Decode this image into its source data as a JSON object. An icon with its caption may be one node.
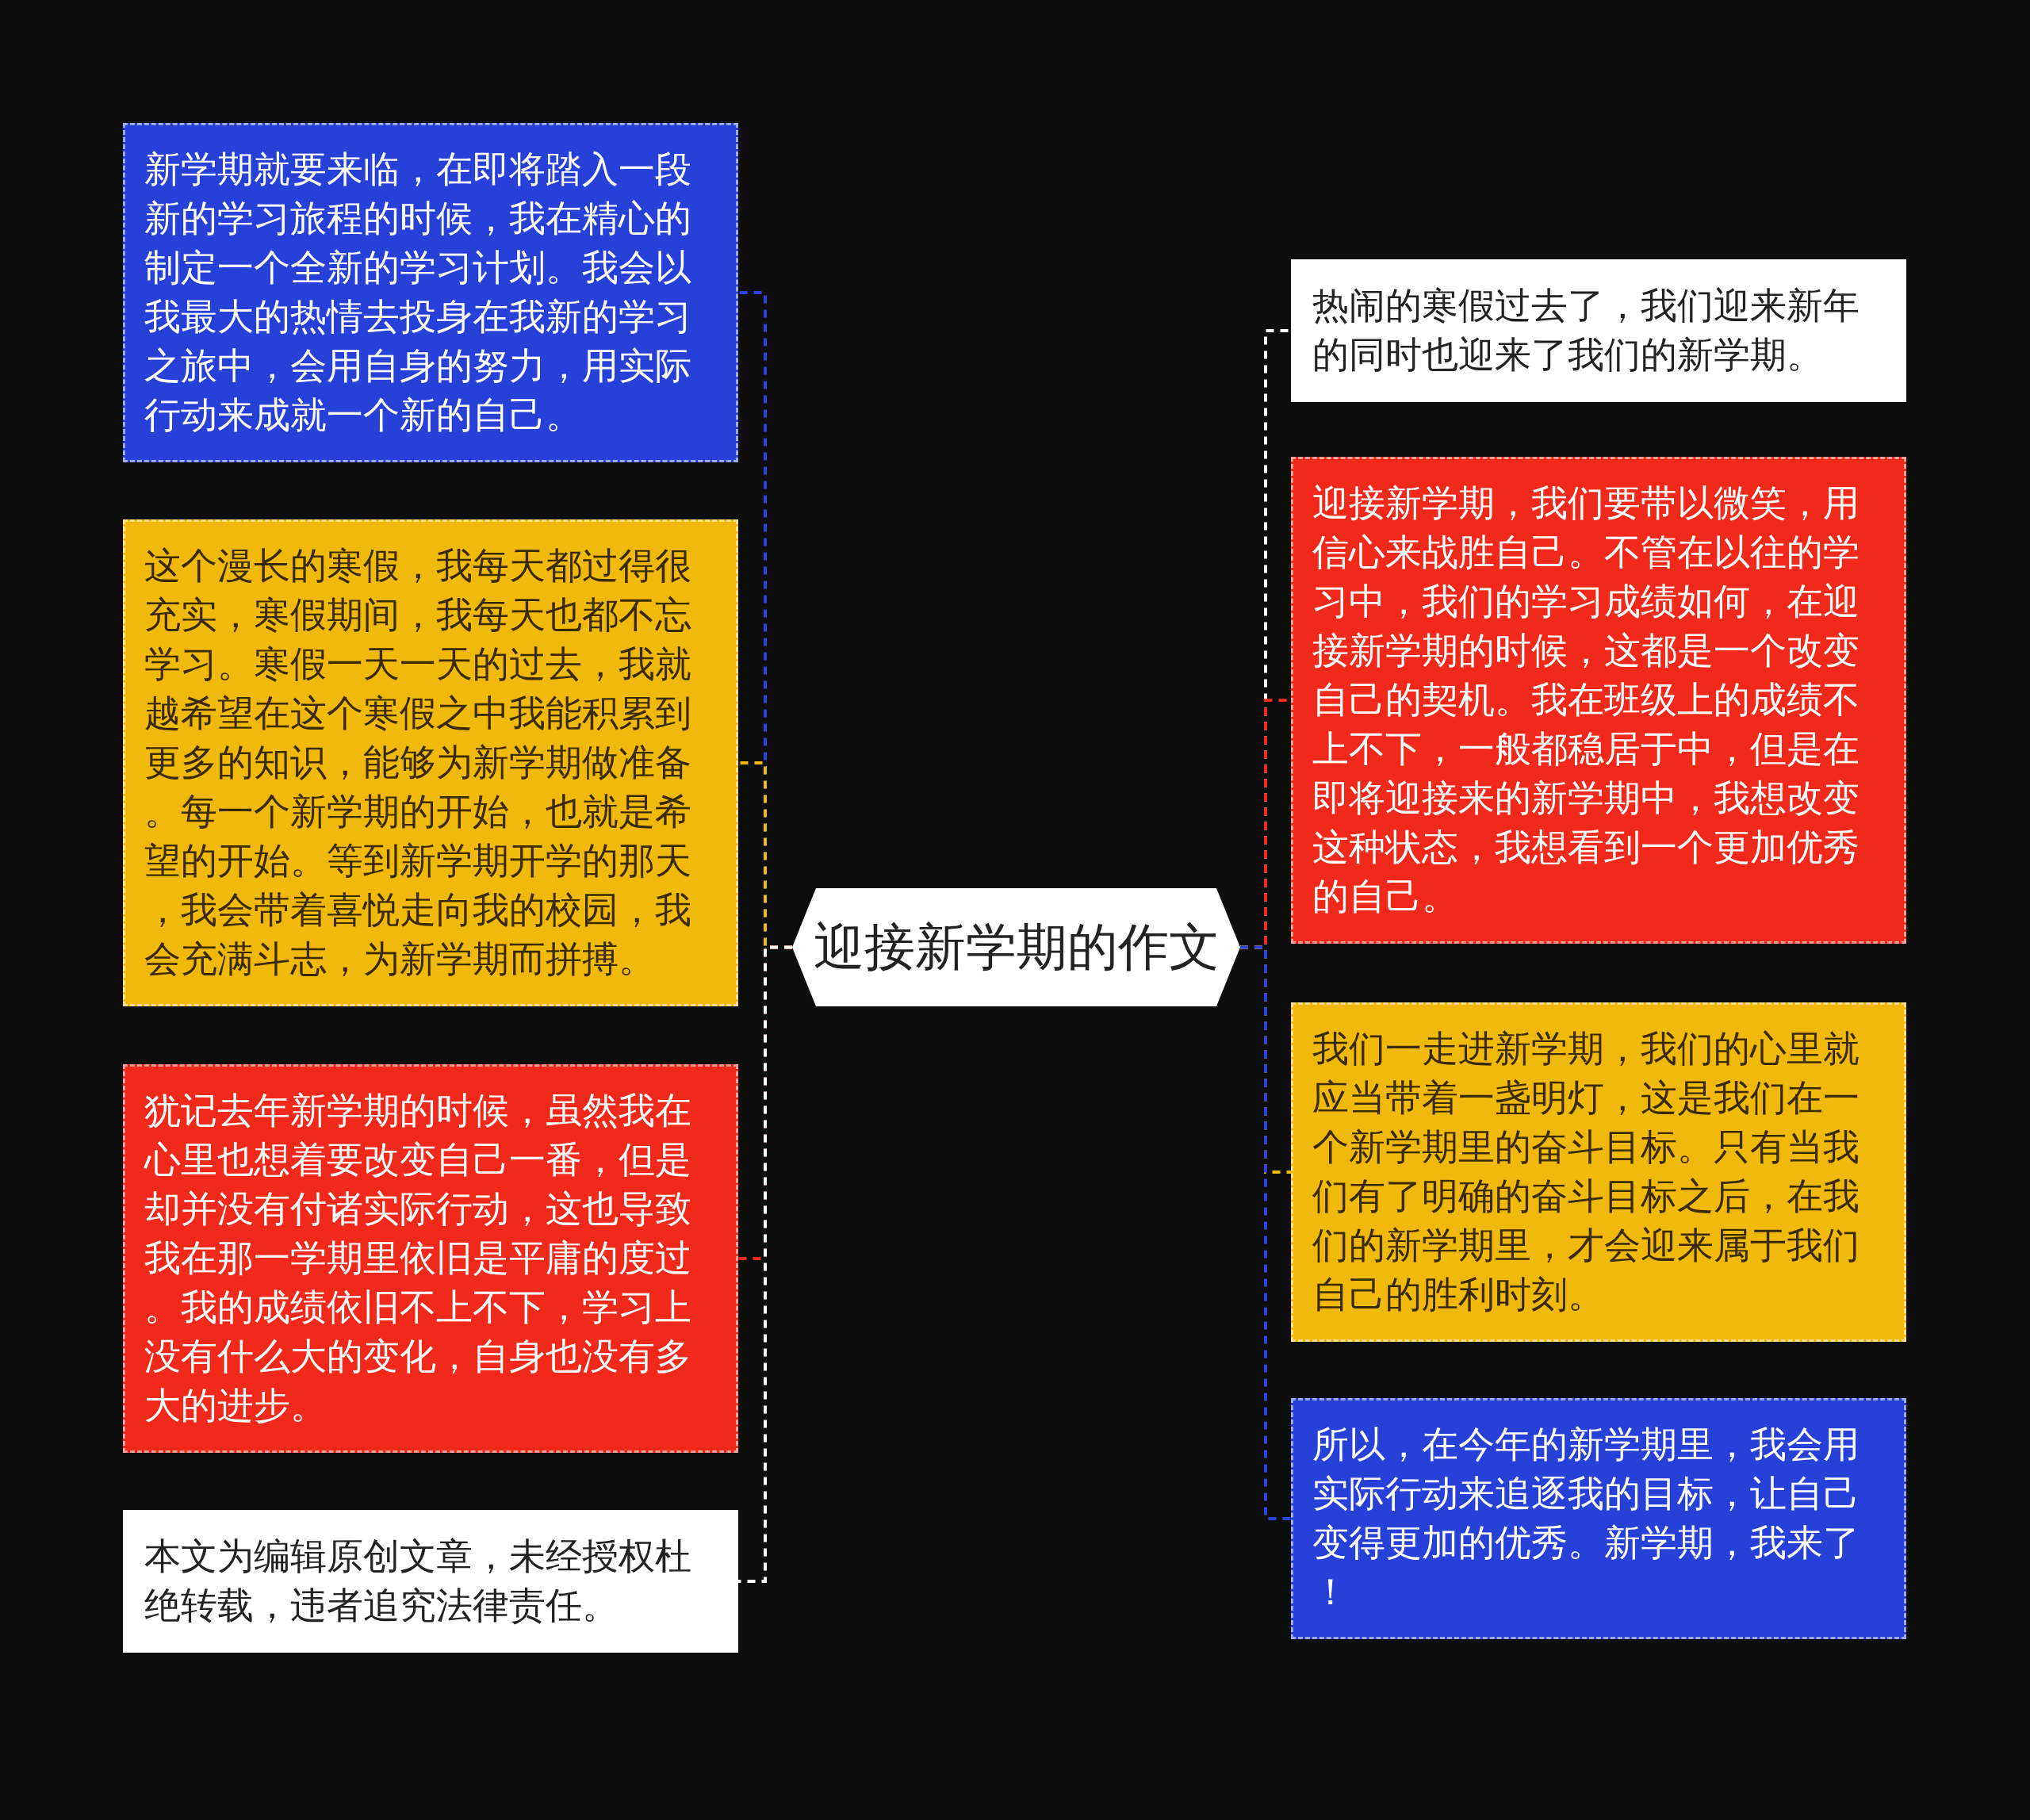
{
  "diagram": {
    "nodes": [
      {
        "text": [
          "迎接新学期的作文"
        ]
      },
      {
        "text": [
          "新学期就要来临，在即将踏入一段新的学习旅程的时候，我在精心的制定一个全新的学习计划。我会以我最大的热情去投身在我新的学习之旅中，会用自身的努力，用实际行动来成就一个新的自己。"
        ]
      },
      {
        "text": [
          "这个漫长的寒假，我每天都过得很充实，寒假期间，我每天也都不忘学习。寒假一天一天的过去，我就越希望在这个寒假之中我能积累到更多的知识，能够为新学期做准备。每一个新学期的开始，也就是希望的开始。等到新学期开学的那天，我会带着喜悦走向我的校园，我会充满斗志，为新学期而拼搏。"
        ]
      },
      {
        "text": [
          "犹记去年新学期的时候，虽然我在心里也想着要改变自己一番，但是却并没有付诸实际行动，这也导致我在那一学期里依旧是平庸的度过。我的成绩依旧不上不下，学习上没有什么大的变化，自身也没有多大的进步。"
        ]
      },
      {
        "text": [
          "本文为编辑原创文章，未经授权杜绝转载，违者追究法律责任。"
        ]
      },
      {
        "text": [
          "热闹的寒假过去了，我们迎来新年的同时也迎来了我们的新学期。"
        ]
      },
      {
        "text": [
          "迎接新学期，我们要带以微笑，用信心来战胜自己。不管在以往的学习中，我们的学习成绩如何，在迎接新学期的时候，这都是一个改变自己的契机。我在班级上的成绩不上不下，一般都稳居于中，但是在即将迎接来的新学期中，我想改变这种状态，我想看到一个更加优秀的自己。"
        ]
      },
      {
        "text": [
          "我们一走进新学期，我们的心里就应当带着一盏明灯，这是我们在一个新学期里的奋斗目标。只有当我们有了明确的奋斗目标之后，在我们的新学期里，才会迎来属于我们自己的胜利时刻。"
        ]
      },
      {
        "text": [
          "所以，在今年的新学期里，我会用实际行动来追逐我的目标，让自己变得更加的优秀。新学期，我来了！"
        ]
      }
    ],
    "edges": [
      {
        "from": 0,
        "to": 1,
        "arrow": "none",
        "style": "dashed",
        "color": "#2b44e0"
      },
      {
        "from": 0,
        "to": 2,
        "arrow": "none",
        "style": "dashed",
        "color": "#f0b90b"
      },
      {
        "from": 0,
        "to": 3,
        "arrow": "none",
        "style": "dashed",
        "color": "#f0291b"
      },
      {
        "from": 0,
        "to": 4,
        "arrow": "none",
        "style": "dashed",
        "color": "#ffffff"
      },
      {
        "from": 0,
        "to": 5,
        "arrow": "none",
        "style": "dashed",
        "color": "#ffffff"
      },
      {
        "from": 0,
        "to": 6,
        "arrow": "none",
        "style": "dashed",
        "color": "#f0291b"
      },
      {
        "from": 0,
        "to": 7,
        "arrow": "none",
        "style": "dashed",
        "color": "#f0b90b"
      },
      {
        "from": 0,
        "to": 8,
        "arrow": "none",
        "style": "dashed",
        "color": "#2b44e0"
      }
    ]
  }
}
